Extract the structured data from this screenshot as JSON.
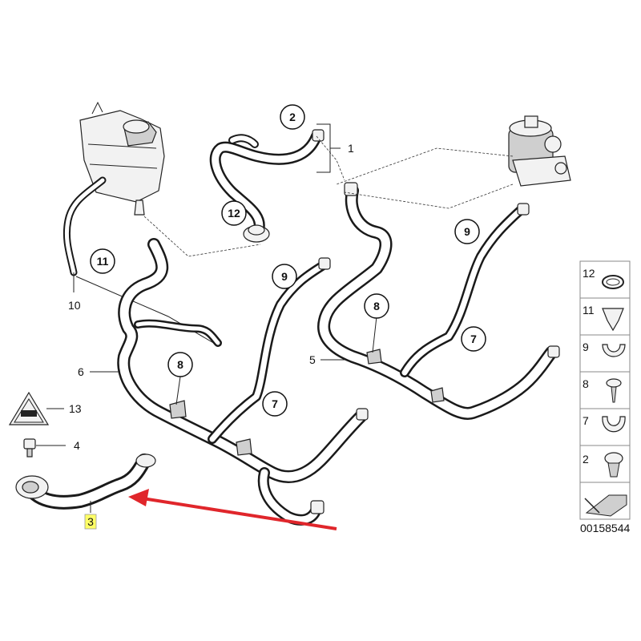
{
  "diagram": {
    "part_code": "00158544",
    "callouts": {
      "c2": "2",
      "c12": "12",
      "c11": "11",
      "c9a": "9",
      "c9b": "9",
      "c8a": "8",
      "c8b": "8",
      "c7a": "7",
      "c7b": "7"
    },
    "labels": {
      "l1": "1",
      "l10": "10",
      "l6": "6",
      "l5": "5",
      "l13": "13",
      "l4": "4",
      "l3": "3"
    },
    "legend": [
      {
        "num": "12"
      },
      {
        "num": "11"
      },
      {
        "num": "9"
      },
      {
        "num": "8"
      },
      {
        "num": "7"
      },
      {
        "num": "2"
      }
    ],
    "colors": {
      "arrow": "#e0262b",
      "highlight": "#ffff66",
      "line": "#1a1a1a"
    }
  }
}
